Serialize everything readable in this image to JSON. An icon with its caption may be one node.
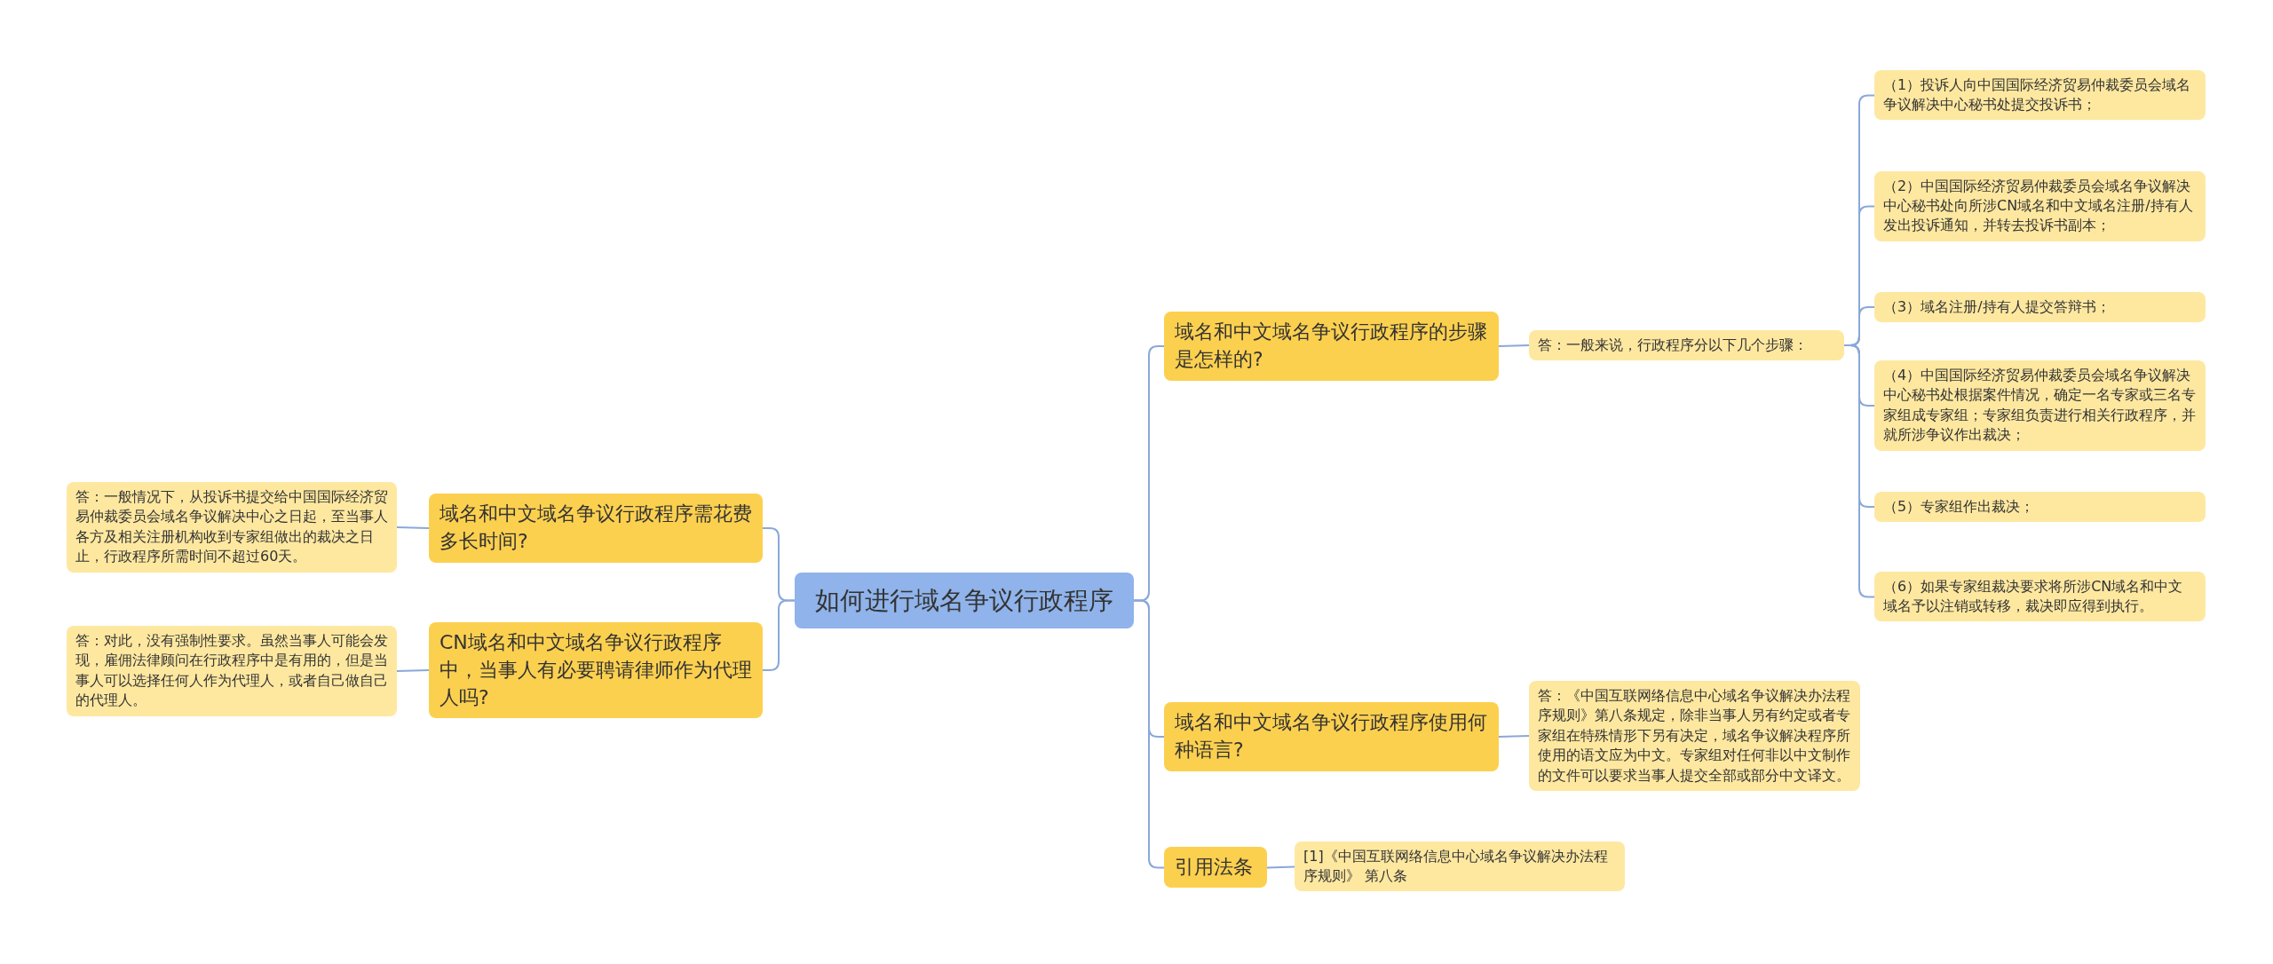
{
  "diagram": {
    "nodes": [
      {
        "text": [
          "如何进行域名争议行政程序"
        ]
      },
      {
        "text": [
          "域名和中文域名争议行政程序需花费多长时间?"
        ]
      },
      {
        "text": [
          "答：一般情况下，从投诉书提交给中国国际经济贸易仲裁委员会域名争议解决中心之日起，至当事人各方及相关注册机构收到专家组做出的裁决之日止，行政程序所需时间不超过60天。"
        ]
      },
      {
        "text": [
          "CN域名和中文域名争议行政程序中，当事人有必要聘请律师作为代理人吗?"
        ]
      },
      {
        "text": [
          "答：对此，没有强制性要求。虽然当事人可能会发现，雇佣法律顾问在行政程序中是有用的，但是当事人可以选择任何人作为代理人，或者自己做自己的代理人。"
        ]
      },
      {
        "text": [
          "域名和中文域名争议行政程序的步骤是怎样的?"
        ]
      },
      {
        "text": [
          "答：一般来说，行政程序分以下几个步骤："
        ]
      },
      {
        "text": [
          "（1）投诉人向中国国际经济贸易仲裁委员会域名争议解决中心秘书处提交投诉书；"
        ]
      },
      {
        "text": [
          "（2）中国国际经济贸易仲裁委员会域名争议解决中心秘书处向所涉CN域名和中文域名注册/持有人发出投诉通知，并转去投诉书副本；"
        ]
      },
      {
        "text": [
          "（3）域名注册/持有人提交答辩书；"
        ]
      },
      {
        "text": [
          "（4）中国国际经济贸易仲裁委员会域名争议解决中心秘书处根据案件情况，确定一名专家或三名专家组成专家组；专家组负责进行相关行政程序，并就所涉争议作出裁决；"
        ]
      },
      {
        "text": [
          "（5）专家组作出裁决；"
        ]
      },
      {
        "text": [
          "（6）如果专家组裁决要求将所涉CN域名和中文域名予以注销或转移，裁决即应得到执行。"
        ]
      },
      {
        "text": [
          "域名和中文域名争议行政程序使用何种语言?"
        ]
      },
      {
        "text": [
          "答：《中国互联网络信息中心域名争议解决办法程序规则》第八条规定，除非当事人另有约定或者专家组在特殊情形下另有决定，域名争议解决程序所使用的语文应为中文。专家组对任何非以中文制作的文件可以要求当事人提交全部或部分中文译文。"
        ]
      },
      {
        "text": [
          "引用法条"
        ]
      },
      {
        "text": [
          "[1]《中国互联网络信息中心域名争议解决办法程序规则》 第八条"
        ]
      }
    ],
    "edges": [
      {
        "from": 0,
        "to": 1,
        "arrow": "none"
      },
      {
        "from": 1,
        "to": 2,
        "arrow": "none"
      },
      {
        "from": 0,
        "to": 3,
        "arrow": "none"
      },
      {
        "from": 3,
        "to": 4,
        "arrow": "none"
      },
      {
        "from": 0,
        "to": 5,
        "arrow": "none"
      },
      {
        "from": 5,
        "to": 6,
        "arrow": "none"
      },
      {
        "from": 6,
        "to": 7,
        "arrow": "none"
      },
      {
        "from": 6,
        "to": 8,
        "arrow": "none"
      },
      {
        "from": 6,
        "to": 9,
        "arrow": "none"
      },
      {
        "from": 6,
        "to": 10,
        "arrow": "none"
      },
      {
        "from": 6,
        "to": 11,
        "arrow": "none"
      },
      {
        "from": 6,
        "to": 12,
        "arrow": "none"
      },
      {
        "from": 0,
        "to": 13,
        "arrow": "none"
      },
      {
        "from": 13,
        "to": 14,
        "arrow": "none"
      },
      {
        "from": 0,
        "to": 15,
        "arrow": "none"
      },
      {
        "from": 15,
        "to": 16,
        "arrow": "none"
      }
    ]
  }
}
